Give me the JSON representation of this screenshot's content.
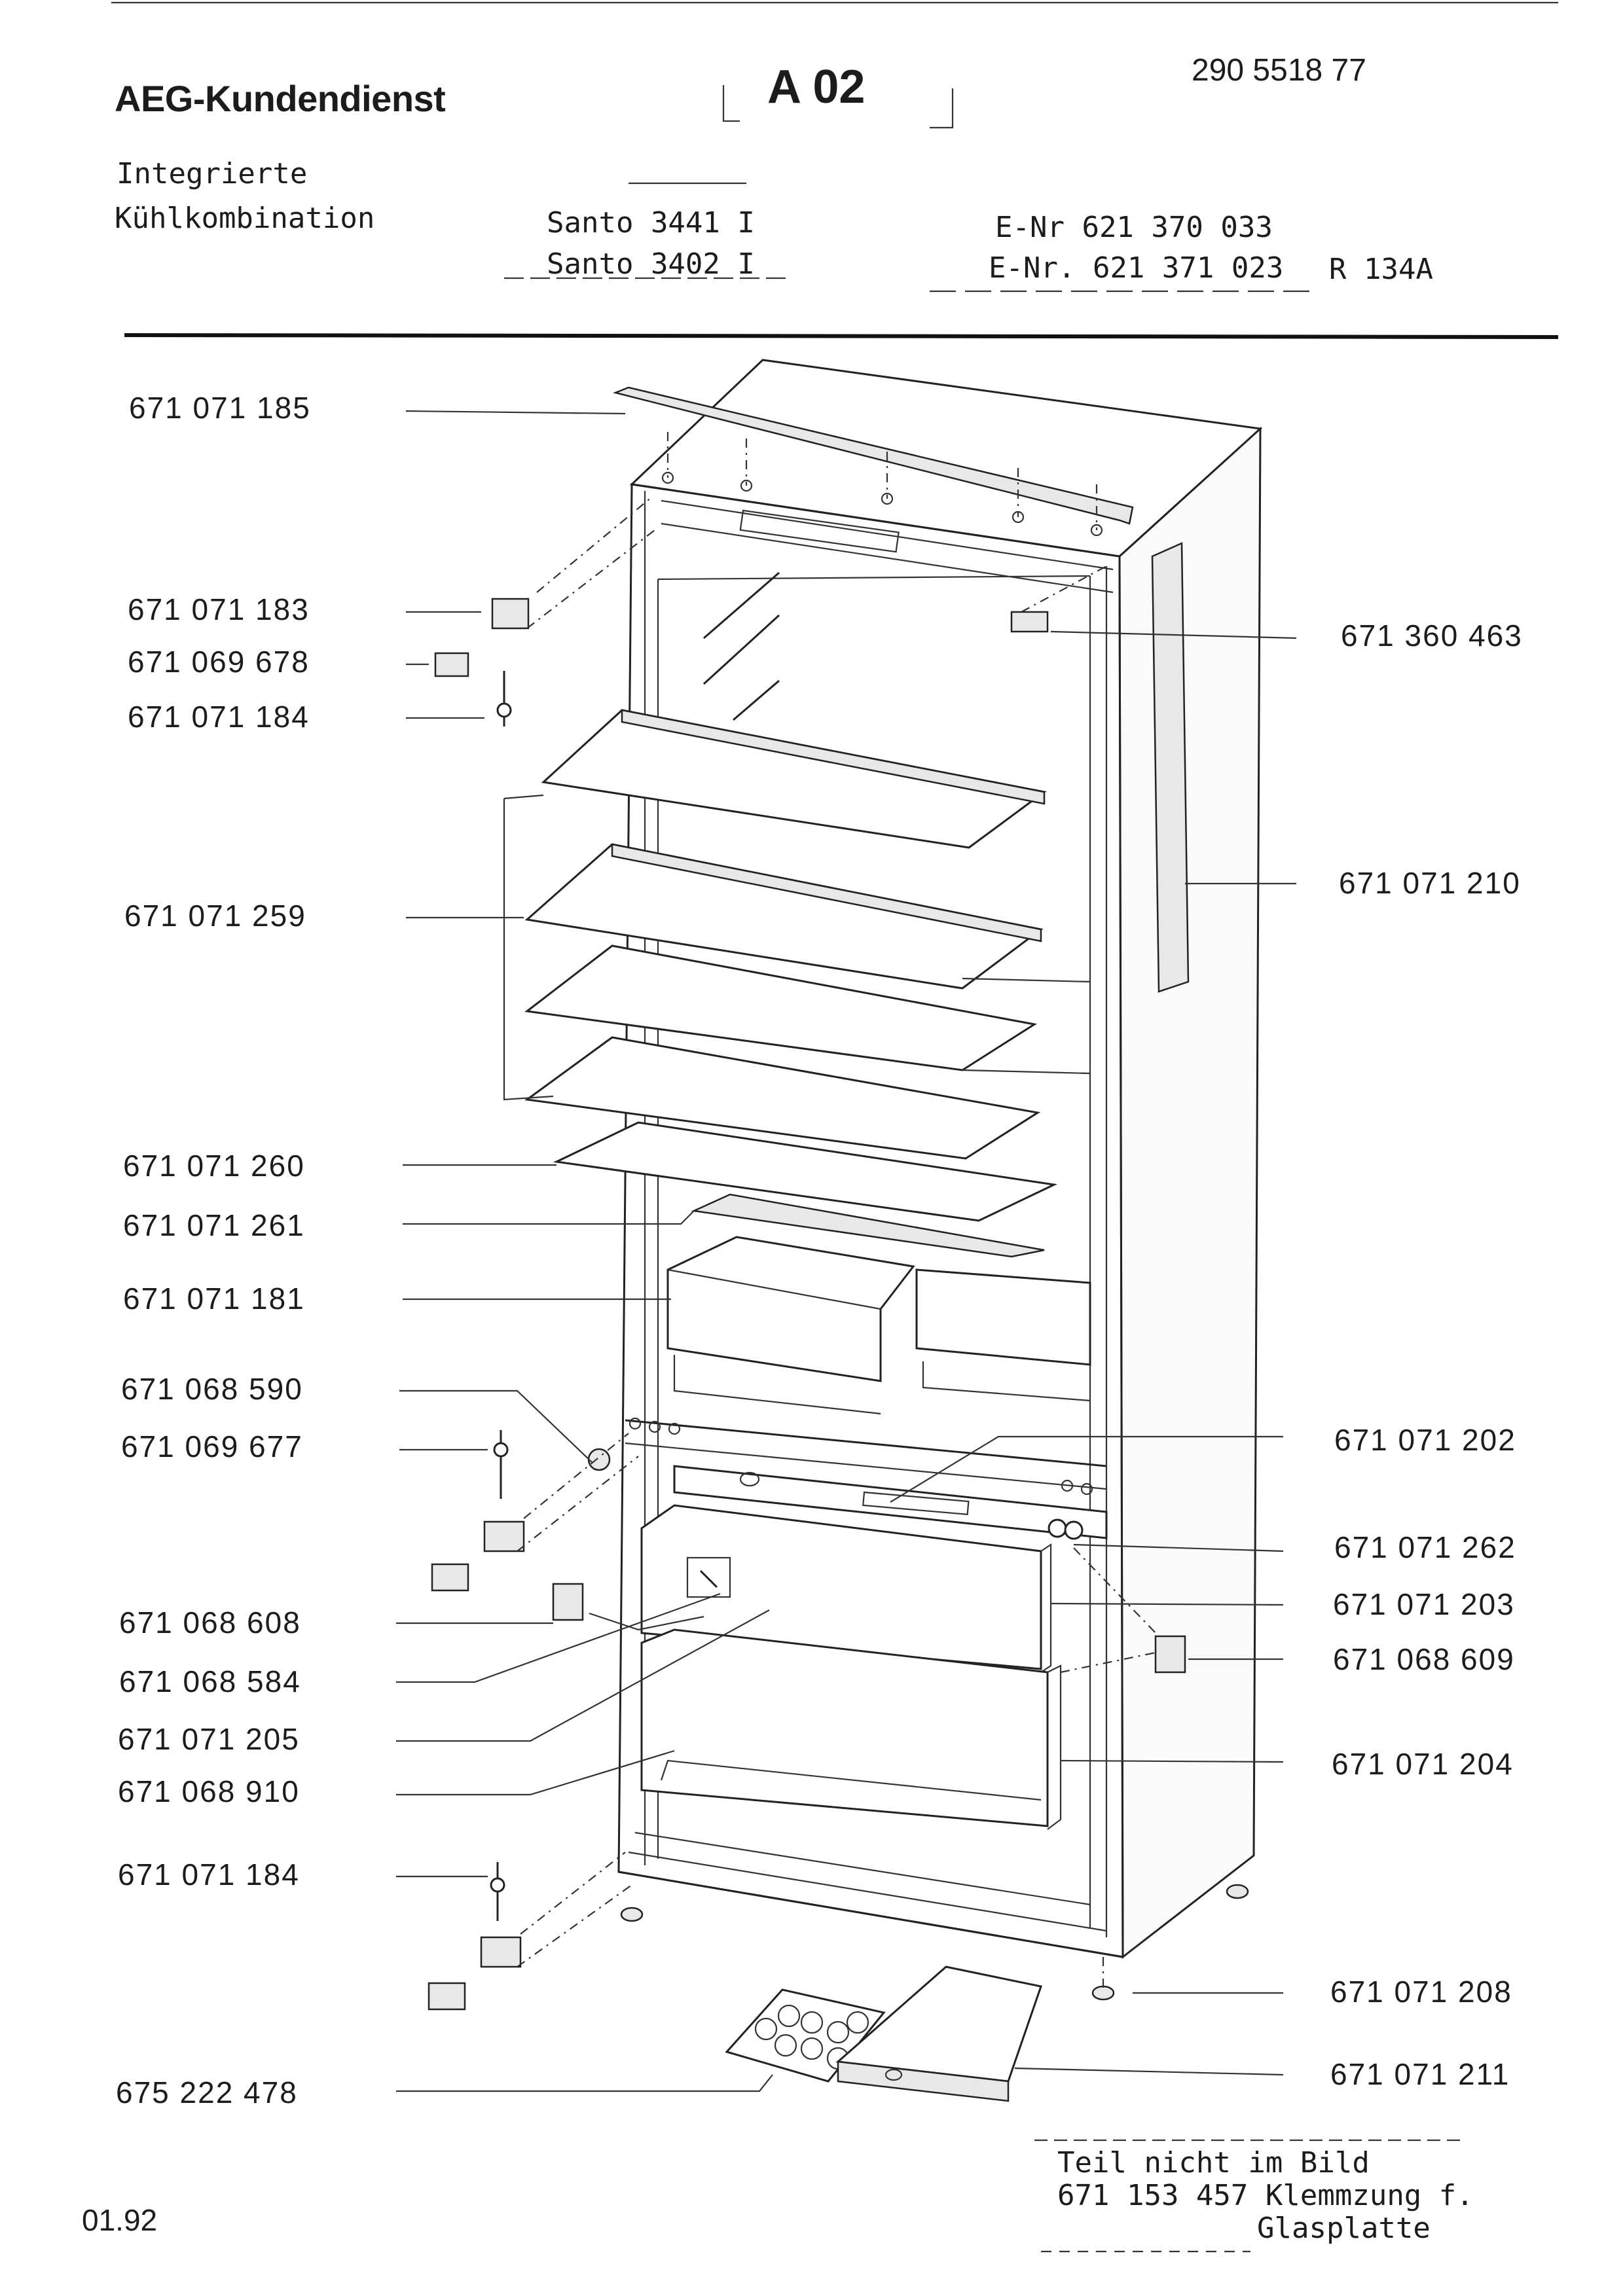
{
  "header": {
    "brand": "AEG-Kundendienst",
    "section_code": "A 02",
    "doc_number": "290 5518 77",
    "product_line1": "Integrierte",
    "product_line2": "Kühlkombination",
    "models": [
      "Santo 3441 I",
      "Santo 3402 I"
    ],
    "enr": [
      "E-Nr 621 370 033",
      "E-Nr. 621 371 023"
    ],
    "refrigerant": "R 134A"
  },
  "parts_left": [
    {
      "number": "671 071 185"
    },
    {
      "number": "671 071 183"
    },
    {
      "number": "671 069 678"
    },
    {
      "number": "671 071 184"
    },
    {
      "number": "671 071 259"
    },
    {
      "number": "671 071 260"
    },
    {
      "number": "671 071 261"
    },
    {
      "number": "671 071 181"
    },
    {
      "number": "671 068 590"
    },
    {
      "number": "671 069 677"
    },
    {
      "number": "671 068 608"
    },
    {
      "number": "671 068 584"
    },
    {
      "number": "671 071 205"
    },
    {
      "number": "671 068 910"
    },
    {
      "number": "671 071 184"
    },
    {
      "number": "675 222 478"
    }
  ],
  "parts_right": [
    {
      "number": "671 360 463"
    },
    {
      "number": "671 071 210"
    },
    {
      "number": "671 071 202"
    },
    {
      "number": "671 071 262"
    },
    {
      "number": "671 071 203"
    },
    {
      "number": "671 068 609"
    },
    {
      "number": "671 071 204"
    },
    {
      "number": "671 071 208"
    },
    {
      "number": "671 071 211"
    }
  ],
  "note": {
    "line1": "Teil nicht im Bild",
    "line2": "671 153 457 Klemmzung f.",
    "line3": "Glasplatte"
  },
  "date": "01.92"
}
